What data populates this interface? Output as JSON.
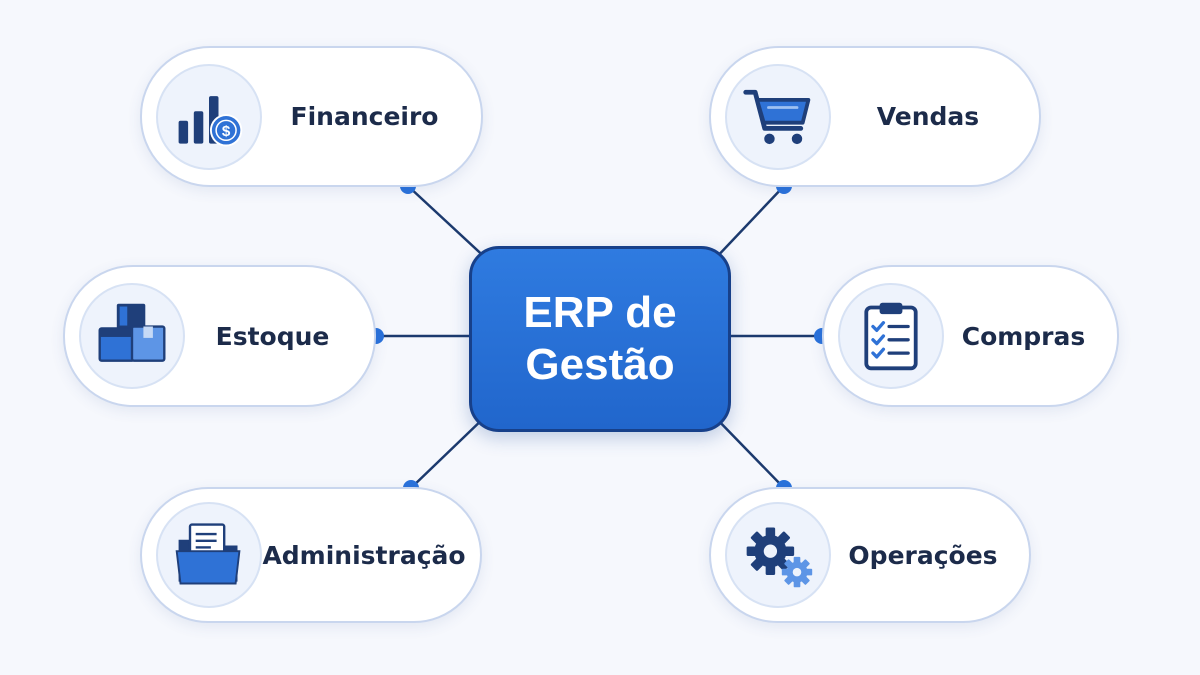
{
  "center": {
    "line1": "ERP de",
    "line2": "Gestão"
  },
  "modules": [
    {
      "label": "Financeiro",
      "icon": "bar-chart-dollar-icon"
    },
    {
      "label": "Vendas",
      "icon": "shopping-cart-icon"
    },
    {
      "label": "Estoque",
      "icon": "boxes-icon"
    },
    {
      "label": "Compras",
      "icon": "checklist-clipboard-icon"
    },
    {
      "label": "Administração",
      "icon": "folder-document-icon"
    },
    {
      "label": "Operações",
      "icon": "gears-icon"
    }
  ],
  "colors": {
    "center_fill": "#2f7be0",
    "center_border": "#17408a",
    "connector": "#1c3a6e",
    "node_dot": "#2a72db",
    "icon_dark": "#1f3f7a",
    "icon_blue": "#2f72d6",
    "text": "#1c2b4a"
  }
}
